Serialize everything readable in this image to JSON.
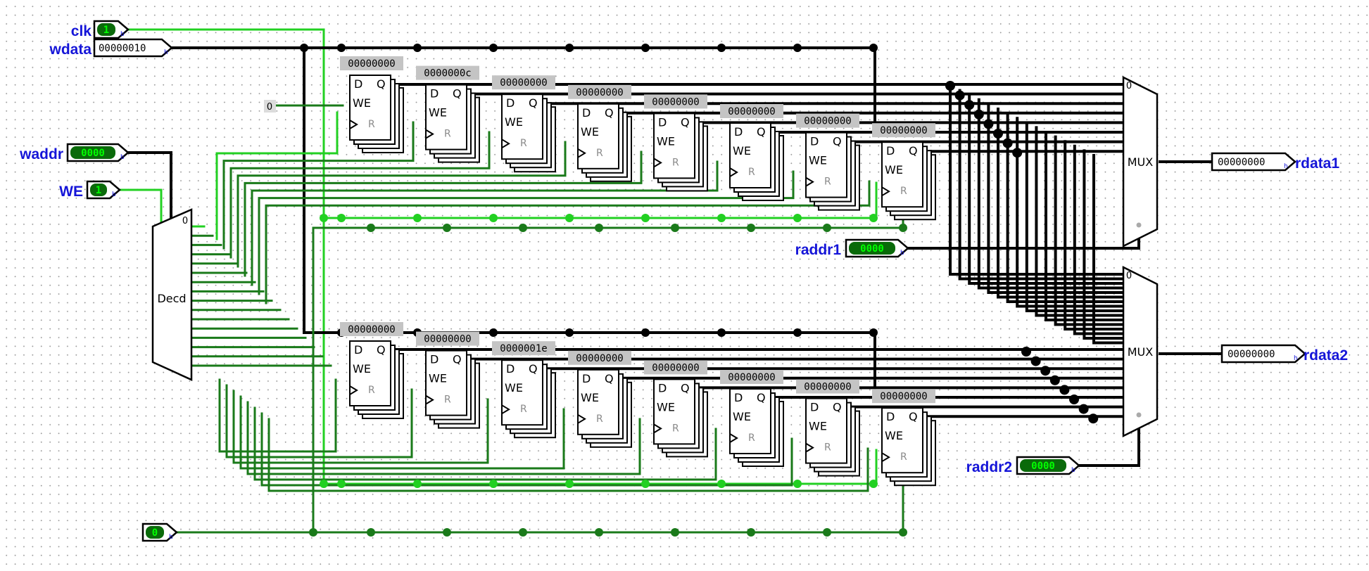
{
  "pins": {
    "clk": {
      "label": "clk",
      "value": "1",
      "suffix": "b"
    },
    "wdata": {
      "label": "wdata",
      "value": "00000010",
      "suffix": "h"
    },
    "waddr": {
      "label": "waddr",
      "value": "0000",
      "suffix": "b"
    },
    "we": {
      "label": "WE",
      "value": "1",
      "suffix": "b"
    },
    "reset": {
      "value": "0",
      "suffix": "b"
    },
    "raddr1": {
      "label": "raddr1",
      "value": "0000",
      "suffix": "b"
    },
    "raddr2": {
      "label": "raddr2",
      "value": "0000",
      "suffix": "b"
    },
    "rdata1": {
      "label": "rdata1",
      "value": "00000000",
      "suffix": "h"
    },
    "rdata2": {
      "label": "rdata2",
      "value": "00000000",
      "suffix": "h"
    }
  },
  "constant_zero": "0",
  "decoder": {
    "label": "Decd",
    "select_zero": "0"
  },
  "mux1": {
    "label": "MUX",
    "select_zero": "0"
  },
  "mux2": {
    "label": "MUX",
    "select_zero": "0"
  },
  "flipflop": {
    "d": "D",
    "q": "Q",
    "we": "WE",
    "r": "R"
  },
  "registers_top": [
    "00000000",
    "0000000c",
    "00000000",
    "00000000",
    "00000000",
    "00000000",
    "00000000",
    "00000000"
  ],
  "registers_bottom": [
    "00000000",
    "00000000",
    "0000001e",
    "00000000",
    "00000000",
    "00000000",
    "00000000",
    "00000000"
  ],
  "colors": {
    "wire_bus": "#000000",
    "wire_one": "#22d022",
    "wire_zero": "#1a7a1a",
    "pin_label": "#1515d8",
    "value_box": "#c4c4c4",
    "led_on": "#00ff00",
    "led_off": "#0a6a0a"
  }
}
